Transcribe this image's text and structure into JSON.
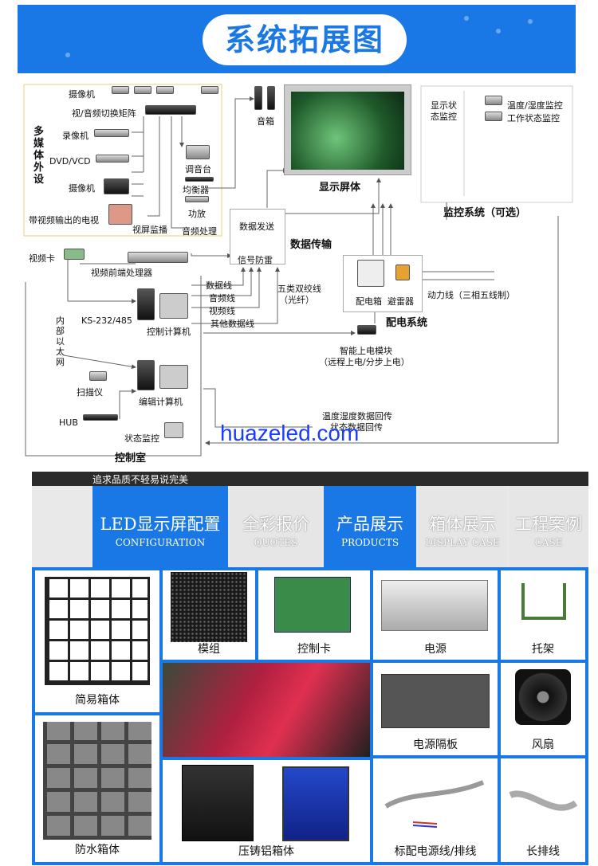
{
  "banner": {
    "title": "系统拓展图"
  },
  "diagram": {
    "media_group": {
      "title": "多媒体外设",
      "camera": "摄像机",
      "av_matrix": "视/音频切换矩阵",
      "recorder": "录像机",
      "dvd": "DVD/VCD",
      "camera2": "摄像机",
      "tv": "带视频输出的电视",
      "screen_monitor": "视屏监播"
    },
    "audio": {
      "mixer": "调音台",
      "equalizer": "均衡器",
      "amplifier": "功放",
      "processing": "音频处理",
      "speaker": "音箱"
    },
    "display": {
      "label": "显示屏体"
    },
    "monitor_system": {
      "status": "显示状态监控",
      "temp": "温度/湿度监控",
      "work": "工作状态监控",
      "title": "监控系统（可选）"
    },
    "transmission": {
      "send": "数据发送",
      "surge": "信号防雷",
      "title": "数据传输"
    },
    "video": {
      "card": "视频卡",
      "frontend": "视频前端处理器"
    },
    "cables": {
      "data": "数据线",
      "audio": "音频线",
      "video": "视频线",
      "other": "其他数据线",
      "twisted": "五类双绞线",
      "fiber": "（光纤）"
    },
    "power": {
      "box": "配电箱",
      "arrester": "避雷器",
      "line": "动力线（三相五线制）",
      "title": "配电系统",
      "module": "智能上电模块",
      "module_note": "（远程上电/分步上电）"
    },
    "control": {
      "port": "KS-232/485",
      "net": "内部以太网",
      "pc": "控制计算机",
      "scanner": "扫描仪",
      "edit_pc": "编辑计算机",
      "hub": "HUB",
      "status": "状态监控",
      "room": "控制室",
      "feedback1": "温度湿度数据回传",
      "feedback2": "状态数据回传"
    }
  },
  "watermark": "huazeled.com",
  "tagline": "追求品质不轻易说完美",
  "tabs": [
    {
      "cn": "LED显示屏配置",
      "en": "CONFIGURATION",
      "active": true
    },
    {
      "cn": "全彩报价",
      "en": "QUOTES",
      "active": false
    },
    {
      "cn": "产品展示",
      "en": "PRODUCTS",
      "active": true
    },
    {
      "cn": "箱体展示",
      "en": "DISPLAY CASE",
      "active": false
    },
    {
      "cn": "工程案例",
      "en": "CASE",
      "active": false
    }
  ],
  "products": {
    "simple_cabinet": "简易箱体",
    "module": "模组",
    "control_card": "控制卡",
    "power_supply": "电源",
    "bracket": "托架",
    "power_partition": "电源隔板",
    "fan": "风扇",
    "waterproof_cabinet": "防水箱体",
    "diecast_cabinet": "压铸铝箱体",
    "power_cable": "标配电源线/排线",
    "long_cable": "长排线"
  },
  "colors": {
    "accent": "#1a78e6",
    "dark_bar": "#2b2b2b",
    "watermark": "#1a3cff"
  }
}
